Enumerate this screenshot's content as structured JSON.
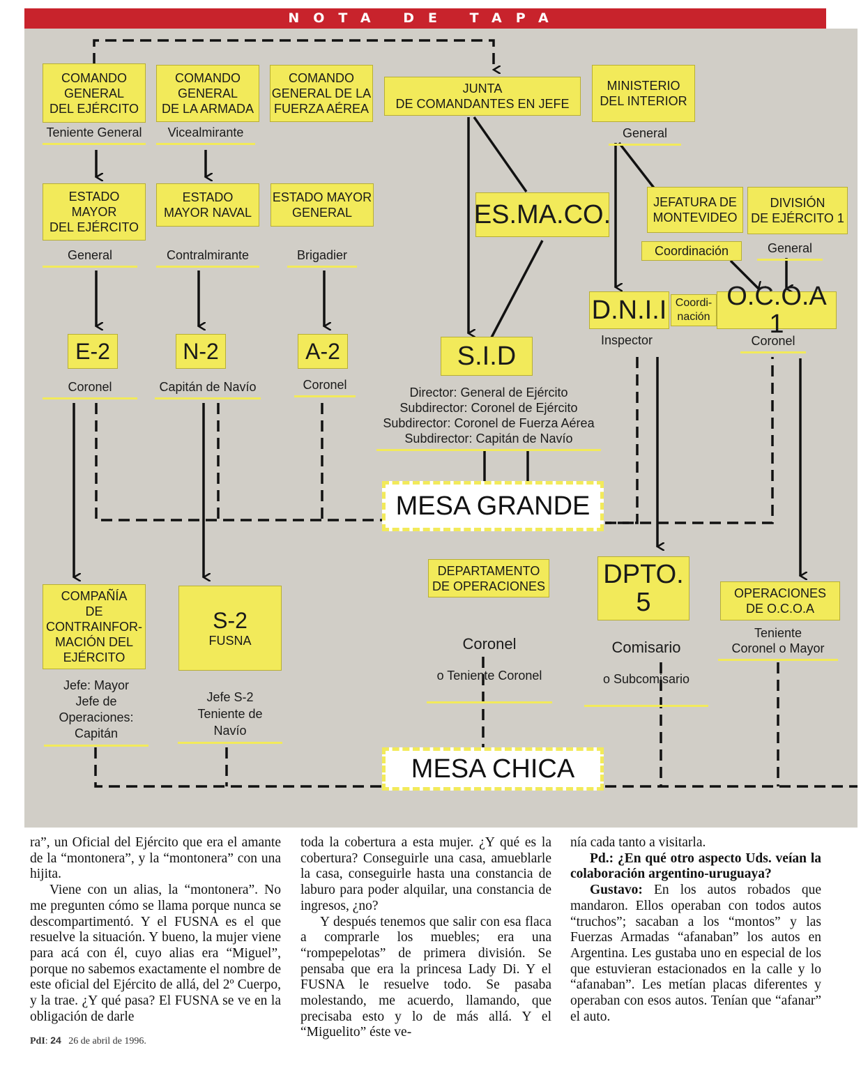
{
  "banner": "NOTA DE TAPA",
  "nodes": {
    "cmd_ejercito": "COMANDO\nGENERAL\nDEL EJÉRCITO",
    "cmd_armada": "COMANDO\nGENERAL\nDE LA ARMADA",
    "cmd_fuerza_aerea": "COMANDO\nGENERAL DE LA\nFUERZA AÉREA",
    "junta": "JUNTA\nDE COMANDANTES EN JEFE",
    "ministerio": "MINISTERIO\nDEL INTERIOR",
    "estado_ejercito": "ESTADO\nMAYOR\nDEL EJÉRCITO",
    "estado_naval": "ESTADO\nMAYOR NAVAL",
    "estado_general": "ESTADO MAYOR\nGENERAL",
    "esmaco": "ES.MA.CO.",
    "jefatura": "JEFATURA DE\nMONTEVIDEO",
    "division": "DIVISIÓN\nDE EJÉRCITO 1",
    "dnii": "D.N.I.I",
    "coordinacion_box": "Coordi-\nnación",
    "ocoa": "O.C.O.A 1",
    "e2": "E-2",
    "n2": "N-2",
    "a2": "A-2",
    "sid": "S.I.D",
    "mesa_grande": "MESA GRANDE",
    "depto_operaciones": "DEPARTAMENTO\nDE OPERACIONES",
    "dpto5": "DPTO.\n5",
    "operaciones_ocoa": "OPERACIONES\nDE O.C.O.A",
    "compania": "COMPAÑÍA\nDE\nCONTRAINFOR-\nMACIÓN DEL\nEJÉRCITO",
    "s2_title": "S-2",
    "s2_sub": "FUSNA",
    "mesa_chica": "MESA CHICA"
  },
  "labels": {
    "teniente_general": "Teniente General",
    "vicealmirante": "Vicealmirante",
    "general_ministerio": "General",
    "general_estado": "General",
    "contralmirante": "Contralmirante",
    "brigadier": "Brigadier",
    "coordinacion": "Coordinación",
    "general_division": "General",
    "inspector": "Inspector",
    "coronel_ocoa": "Coronel",
    "coronel_e2": "Coronel",
    "capitan_navio": "Capitán de Navío",
    "coronel_a2": "Coronel",
    "sid_staff": "Director: General de Ejército\nSubdirector: Coronel de Ejército\nSubdirector: Coronel de Fuerza Aérea\nSubdirector: Capitán de Navío",
    "coronel_depto_1": "Coronel",
    "coronel_depto_2": "o Teniente Coronel",
    "comisario_1": "Comisario",
    "comisario_2": "o Subcomisario",
    "teniente_ocoa": "Teniente\nCoronel o Mayor",
    "compania_jefes": "Jefe: Mayor\nJefe de\nOperaciones:\nCapitán",
    "s2_jefe": "Jefe S-2\nTeniente de\nNavío"
  },
  "article": {
    "col1_p1": "ra”, un Oficial del Ejército que era el amante de la “montonera”, y la “montonera” con una hijita.",
    "col1_p2": "Viene con un alias, la “montonera”. No me pregunten cómo se llama porque nunca se descompartimentó. Y el FUSNA es el que resuelve la situación. Y bueno, la mujer viene para acá con él, cuyo alias era “Miguel”, porque no sabemos exactamente el nombre de este oficial del Ejército de allá, del 2º Cuerpo, y la trae. ¿Y qué pasa? El FUSNA se ve en la obligación de darle",
    "col2_p1": "toda la cobertura a esta mujer. ¿Y qué es la cobertura? Conseguirle una casa, amueblarle la casa, conseguirle hasta una constancia de laburo para poder alquilar, una constancia de ingresos, ¿no?",
    "col2_p2": "Y después tenemos que salir con esa flaca a comprarle los muebles; era una “rompepelotas” de primera división. Se pensaba que era la princesa Lady Di. Y el FUSNA le resuelve todo. Se pasaba molestando, me acuerdo, llamando, que precisaba esto y lo de más allá. Y el “Miguelito” éste ve-",
    "col3_p1": "nía cada tanto a visitarla.",
    "col3_q": "Pd.: ¿En qué otro aspecto Uds. veían la colaboración argentino-uruguaya?",
    "col3_speaker": "Gustavo:",
    "col3_p2": " En los autos robados que mandaron. Ellos operaban con todos autos “truchos”; sacaban a los “montos” y las Fuerzas Armadas “afanaban” los autos en Argentina. Les gustaba uno en especial de los que estuvieran estacionados en la calle y lo “afanaban”. Les metían placas diferentes y operaban con esos autos. Tenían que “afanar” el auto."
  },
  "footer": {
    "pub": "PdI",
    "page": "24",
    "date": "26 de abril de 1996."
  },
  "colors": {
    "accent": "#c8232c",
    "box": "#f2ea5a",
    "background": "#d1cec7"
  }
}
